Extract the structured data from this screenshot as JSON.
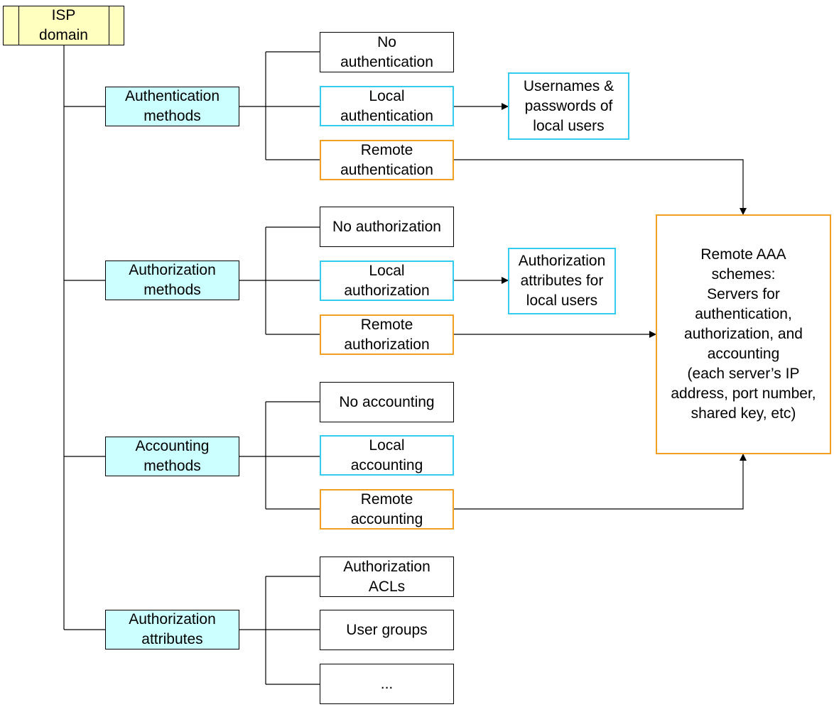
{
  "isp_domain": "ISP\ndomain",
  "categories": {
    "authentication": "Authentication\nmethods",
    "authorization": "Authorization\nmethods",
    "accounting": "Accounting\nmethods",
    "attributes": "Authorization\nattributes"
  },
  "options": {
    "no_authentication": "No\nauthentication",
    "local_authentication": "Local\nauthentication",
    "remote_authentication": "Remote\nauthentication",
    "no_authorization": "No authorization",
    "local_authorization": "Local\nauthorization",
    "remote_authorization": "Remote\nauthorization",
    "no_accounting": "No accounting",
    "local_accounting": "Local\naccounting",
    "remote_accounting": "Remote\naccounting",
    "authorization_acls": "Authorization\nACLs",
    "user_groups": "User groups",
    "ellipsis": "..."
  },
  "targets": {
    "usernames_passwords": "Usernames &\npasswords of\nlocal users",
    "authorization_attributes": "Authorization\nattributes for\nlocal users",
    "remote_aaa": "Remote AAA\nschemes:\nServers for\nauthentication,\nauthorization, and\naccounting\n(each server’s IP\naddress, port number,\nshared key, etc)"
  },
  "colors": {
    "category_fill": "#ccffff",
    "isp_fill": "#ffffc0",
    "local_border": "#33ccee",
    "remote_border": "#f0a020",
    "line": "#000000"
  }
}
